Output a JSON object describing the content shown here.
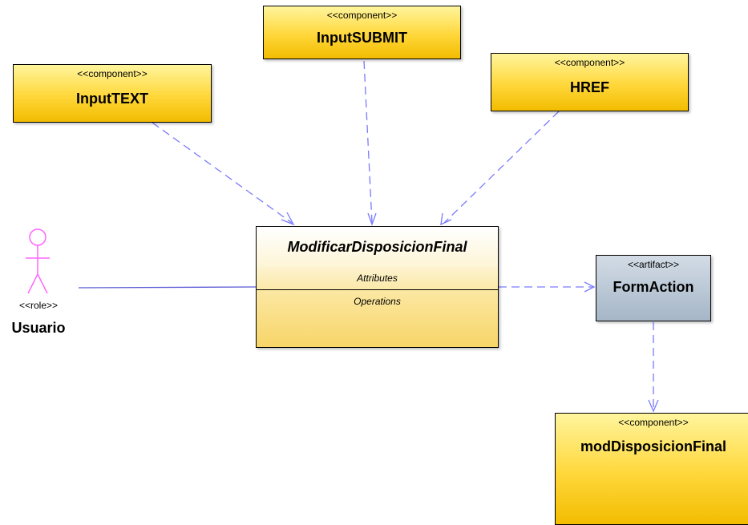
{
  "nodes": {
    "input_text": {
      "stereotype": "<<component>>",
      "name": "InputTEXT"
    },
    "input_submit": {
      "stereotype": "<<component>>",
      "name": "InputSUBMIT"
    },
    "href": {
      "stereotype": "<<component>>",
      "name": "HREF"
    },
    "main_class": {
      "name": "ModificarDisposicionFinal",
      "attributes_label": "Attributes",
      "operations_label": "Operations"
    },
    "form_action": {
      "stereotype": "<<artifact>>",
      "name": "FormAction"
    },
    "mod_component": {
      "stereotype": "<<component>>",
      "name": "modDisposicionFinal"
    },
    "actor": {
      "stereotype": "<<role>>",
      "name": "Usuario"
    }
  },
  "colors": {
    "component_fill": "#ffd73a",
    "artifact_fill": "#a5b6c7",
    "class_fill": "#fbe59a",
    "dependency_line": "#7a7aff",
    "association_line": "#5b5bd6",
    "actor_stroke": "#ff66ff"
  }
}
